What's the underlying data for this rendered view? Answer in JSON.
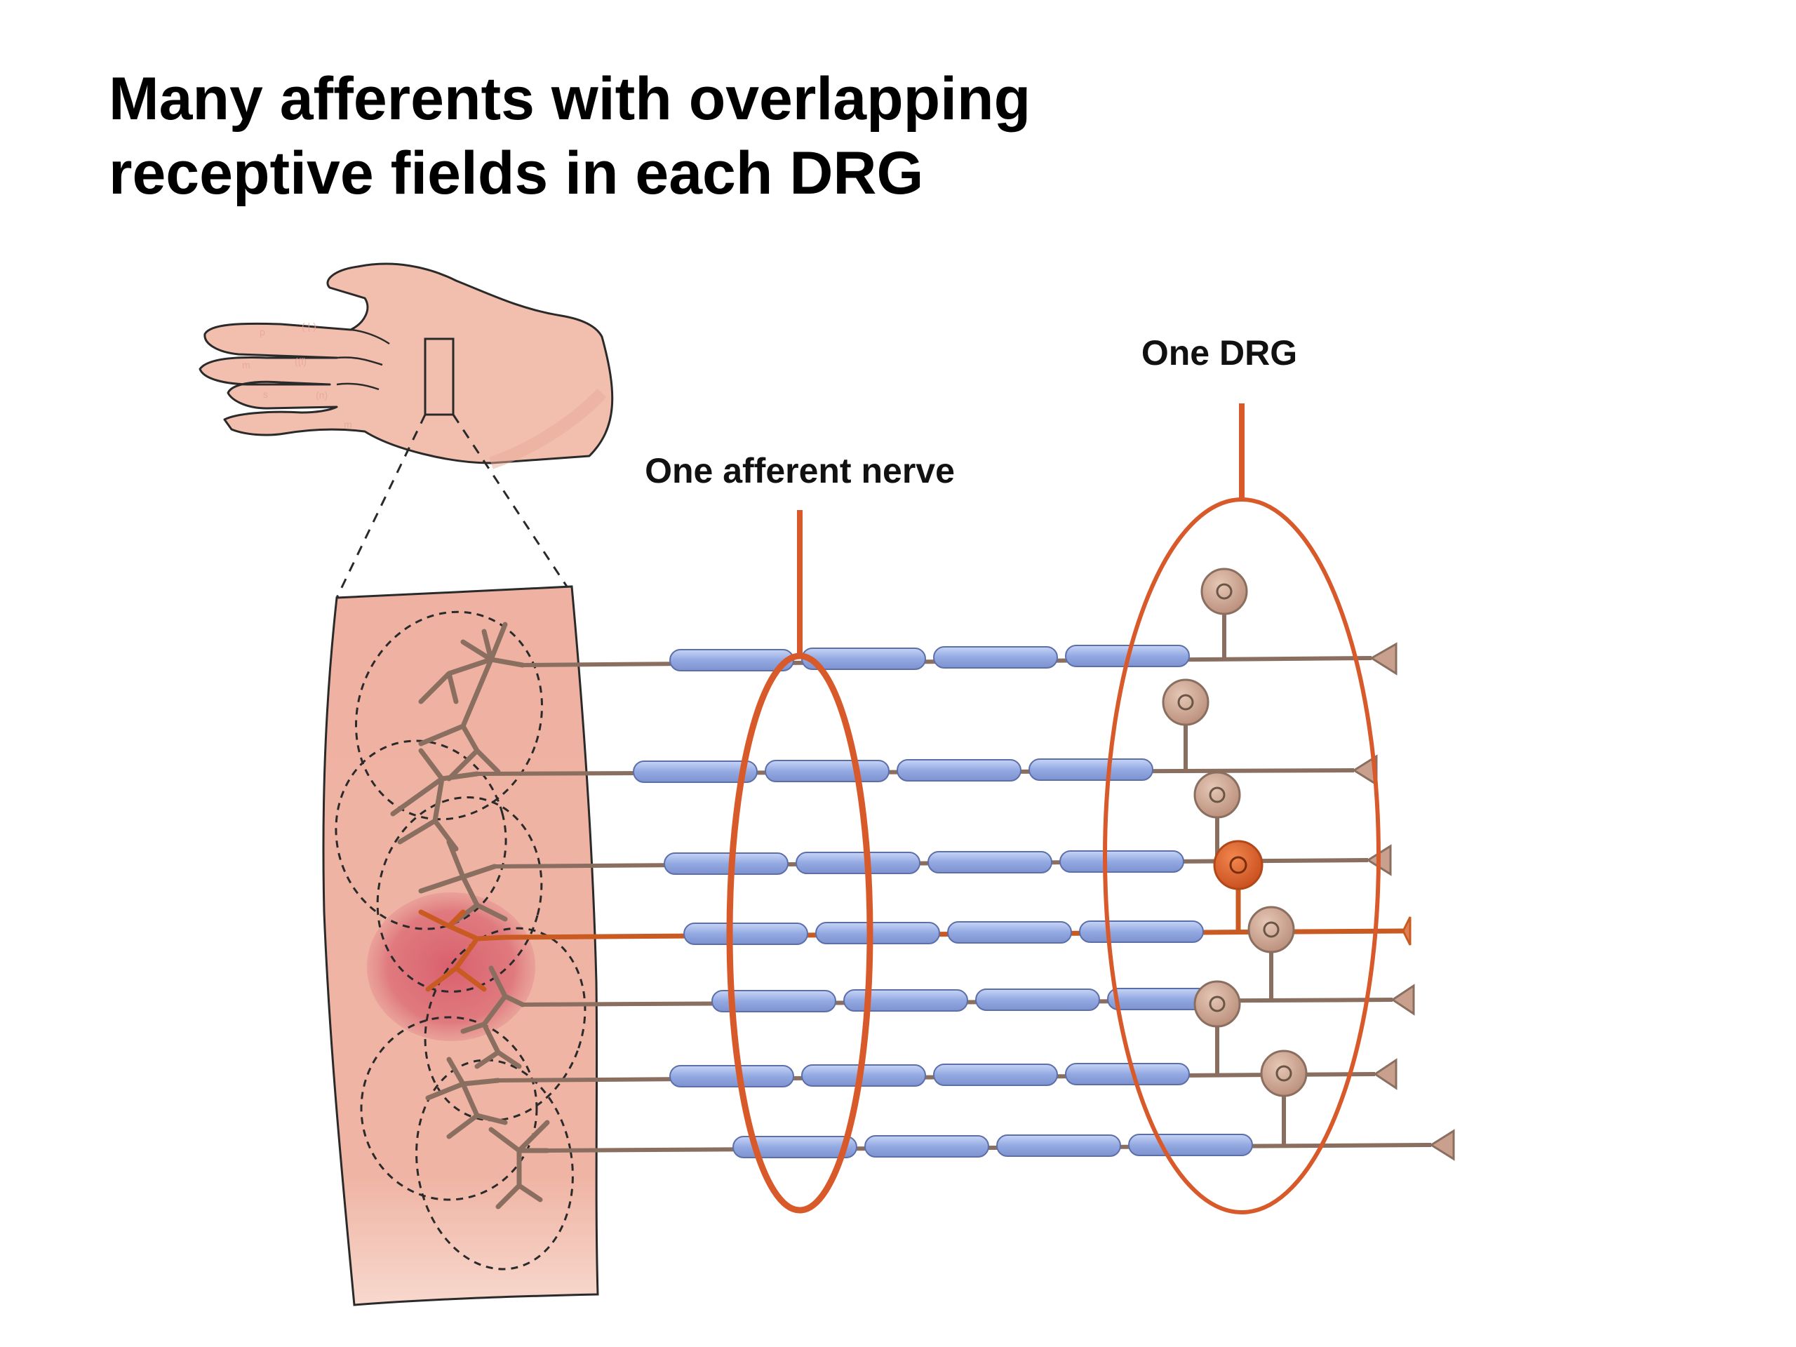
{
  "title": {
    "line1": "Many afferents with overlapping",
    "line2": "receptive fields in each DRG"
  },
  "labels": {
    "afferent_nerve": "One afferent nerve",
    "drg": "One DRG"
  },
  "colors": {
    "skin": "#efb4a4",
    "skin_light": "#f6d2c6",
    "receptive_field_highlight": "#d9606e",
    "axon": "#8a6f60",
    "myelin": "#8fa5e0",
    "myelin_highlight": "#c6d4f6",
    "cell_body": "#c9a08d",
    "active_cell_body": "#e0652e",
    "callout": "#d85a2a",
    "title_text": "#000000"
  },
  "icons": {
    "hand": "hand-illustration",
    "neuron": "sensory-neuron-icon"
  }
}
